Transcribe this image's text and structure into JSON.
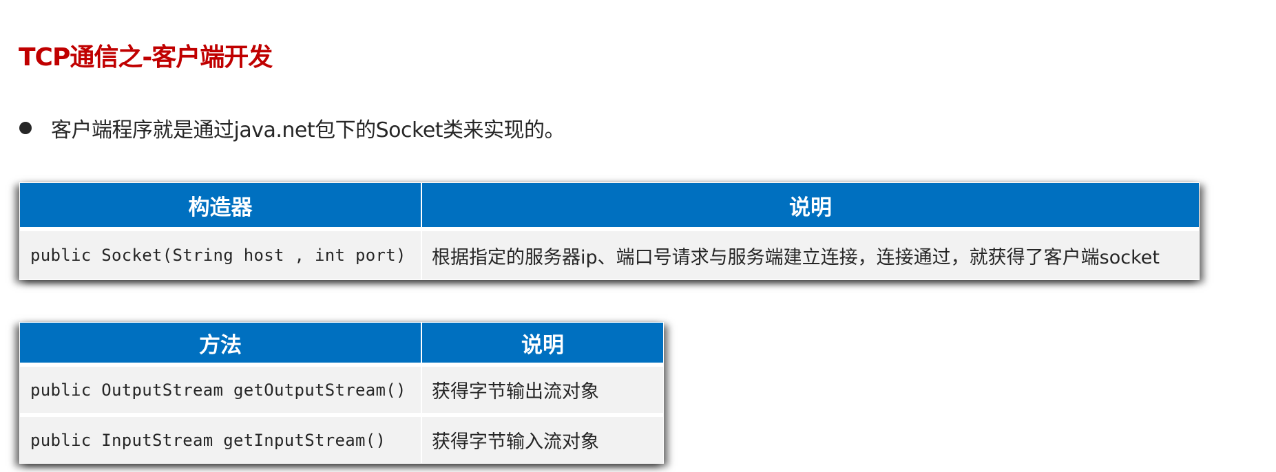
{
  "slide": {
    "title": "TCP通信之-客户端开发",
    "title_color": "#C00000",
    "bullet": {
      "icon": "bullet-dot",
      "text": "客户端程序就是通过java.net包下的Socket类来实现的。"
    }
  },
  "constructor_table": {
    "header_color": "#0070C0",
    "headers": [
      "构造器",
      "说明"
    ],
    "rows": [
      {
        "signature": "public Socket(String host , int port)",
        "description": "根据指定的服务器ip、端口号请求与服务端建立连接，连接通过，就获得了客户端socket"
      }
    ]
  },
  "method_table": {
    "header_color": "#0070C0",
    "headers": [
      "方法",
      "说明"
    ],
    "rows": [
      {
        "signature": "public OutputStream getOutputStream()",
        "description": "获得字节输出流对象"
      },
      {
        "signature": "public InputStream getInputStream()",
        "description": "获得字节输入流对象"
      }
    ]
  }
}
